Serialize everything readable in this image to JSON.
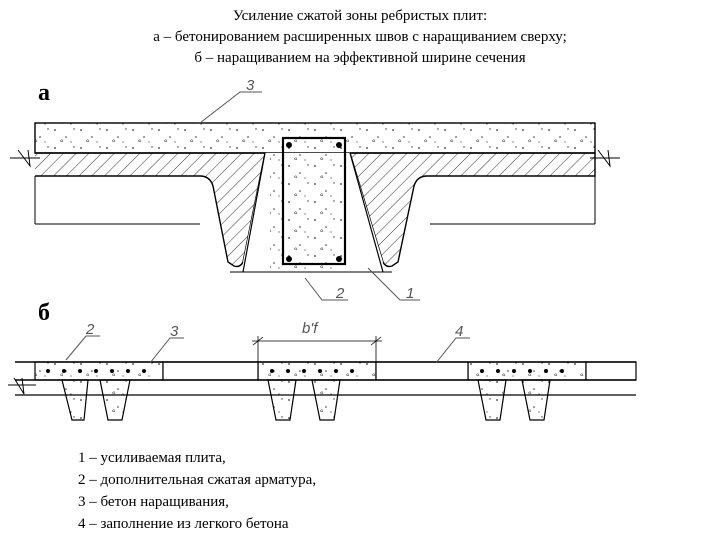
{
  "title": {
    "line1": "Усиление сжатой зоны ребристых плит:",
    "line2": "а – бетонированием расширенных швов с наращиванием сверху;",
    "line3": "б – наращиванием на эффективной ширине сечения"
  },
  "figure_a": {
    "letter": "а",
    "callouts": [
      "3",
      "2",
      "1"
    ]
  },
  "figure_b": {
    "letter": "б",
    "callouts": [
      "2",
      "3",
      "4"
    ],
    "dimension_label": "b'f"
  },
  "legend": [
    "1 – усиливаемая плита,",
    "2 – дополнительная сжатая арматура,",
    "3 – бетон наращивания,",
    "4 – заполнение из легкого бетона"
  ],
  "colors": {
    "line": "#000000",
    "callout": "#555555"
  }
}
